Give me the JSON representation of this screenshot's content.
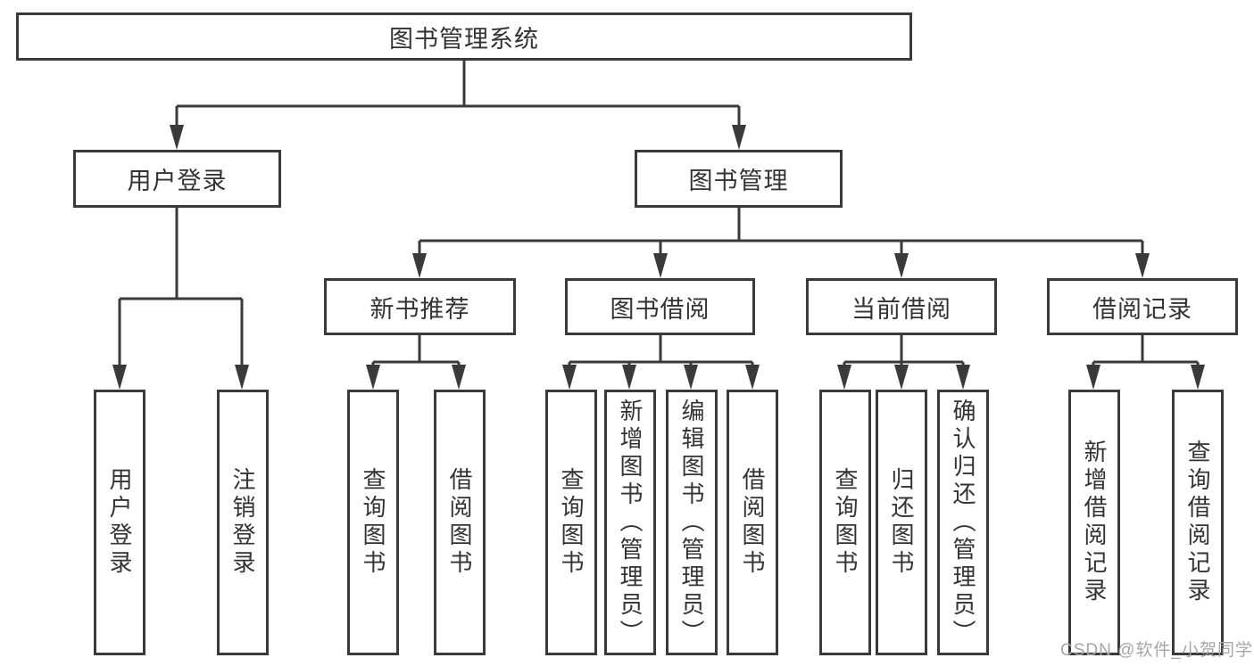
{
  "diagram": {
    "root": "图书管理系统",
    "branches": [
      {
        "label": "用户登录",
        "leaves": [
          "用户登录",
          "注销登录"
        ]
      },
      {
        "label": "图书管理",
        "children": [
          {
            "label": "新书推荐",
            "leaves": [
              "查询图书",
              "借阅图书"
            ]
          },
          {
            "label": "图书借阅",
            "leaves": [
              "查询图书",
              "新增图书（管理员）",
              "编辑图书（管理员）",
              "借阅图书"
            ]
          },
          {
            "label": "当前借阅",
            "leaves": [
              "查询图书",
              "归还图书",
              "确认归还（管理员）"
            ]
          },
          {
            "label": "借阅记录",
            "leaves": [
              "新增借阅记录",
              "查询借阅记录"
            ]
          }
        ]
      }
    ],
    "watermark": "CSDN @软件_小贺同学",
    "colors": {
      "line": "#3a3a3a",
      "text": "#333333",
      "box_background": "#ffffff",
      "watermark_text": "#a6a6a6",
      "background": "#ffffff"
    }
  }
}
